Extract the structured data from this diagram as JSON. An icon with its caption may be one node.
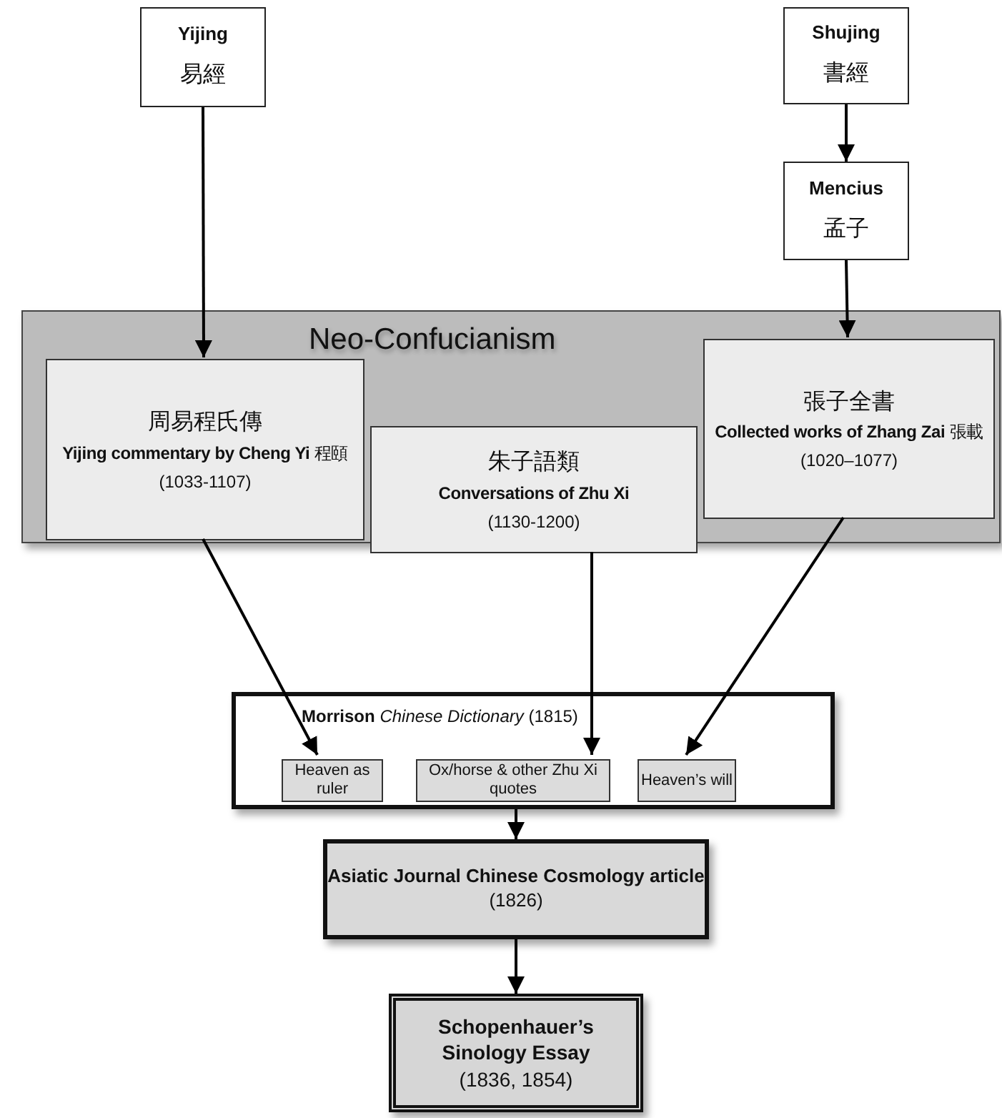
{
  "diagram": {
    "nodes": [
      {
        "text": [
          "Yijing",
          "易經"
        ]
      },
      {
        "text": [
          "Shujing",
          "書經"
        ]
      },
      {
        "text": [
          "Mencius",
          "孟子"
        ]
      },
      {
        "text": [
          "Neo-Confucianism"
        ]
      },
      {
        "text": [
          "周易程氏傳",
          "**Yijing commentary by Cheng Yi** 程頤",
          "(1033-1107)"
        ],
        "in": 3
      },
      {
        "text": [
          "朱子語類",
          "**Conversations of Zhu Xi**",
          "(1130-1200)"
        ],
        "in": 3
      },
      {
        "text": [
          "張子全書",
          "**Collected works of Zhang Zai** 張載",
          "(1020–1077)"
        ],
        "in": 3
      },
      {
        "text": [
          "**Morrison** *Chinese Dictionary* (1815)"
        ]
      },
      {
        "text": [
          "Heaven as ruler"
        ],
        "in": 7
      },
      {
        "text": [
          "Ox/horse & other Zhu Xi quotes"
        ],
        "in": 7
      },
      {
        "text": [
          "Heaven’s will"
        ],
        "in": 7
      },
      {
        "text": [
          "**Asiatic Journal Chinese Cosmology article**",
          "(1826)"
        ]
      },
      {
        "text": [
          "**Schopenhauer’s Sinology Essay**",
          "(1836, 1854)"
        ]
      }
    ],
    "edges": [
      {
        "from": 0,
        "to": 4,
        "arrow": "to"
      },
      {
        "from": 1,
        "to": 2,
        "arrow": "to"
      },
      {
        "from": 2,
        "to": 6,
        "arrow": "to"
      },
      {
        "from": 4,
        "to": 8,
        "arrow": "to"
      },
      {
        "from": 5,
        "to": 9,
        "arrow": "to"
      },
      {
        "from": 6,
        "to": 10,
        "arrow": "to"
      },
      {
        "from": 7,
        "to": 11,
        "arrow": "to"
      },
      {
        "from": 11,
        "to": 12,
        "arrow": "to"
      }
    ]
  }
}
